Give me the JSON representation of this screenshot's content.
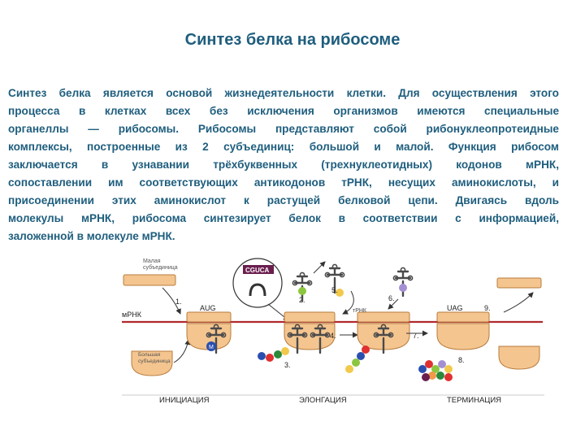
{
  "title": "Синтез белка на рибосоме",
  "paragraph_lines": [
    "Синтез белка является основой жизнедеятельности клетки. Для осуществления этого",
    "процесса в клетках всех без исключения организмов имеются специальные",
    "органеллы — рибосомы. Рибосомы представляют собой рибонуклеопротеидные",
    "комплексы, построенные из 2 субъединиц: большой и малой. Функция рибосом",
    "заключается в узнавании трёхбуквенных (трехнуклеотидных) кодонов мРНК,",
    "сопоставлении им соответствующих антикодонов тРНК, несущих аминокислоты, и",
    "присоединении этих аминокислот к растущей белковой цепи. Двигаясь вдоль",
    "молекулы мРНК, рибосома синтезирует белок в соответствии с информацией,",
    "заложенной в молекуле мРНК."
  ],
  "diagram": {
    "small_subunit_label_top": "Малая",
    "small_subunit_label_bottom": "субъединица",
    "large_subunit_label_top": "Большая",
    "large_subunit_label_bottom": "субъединица",
    "mrna_label": "мРНК",
    "codon_start": "AUG",
    "codon_stop": "UAG",
    "zoom_codon": "CGUCA",
    "amino_start": "M",
    "trna_label": "тРНК",
    "steps": [
      "1.",
      "2.",
      "3.",
      "4.",
      "5.",
      "6.",
      "7.",
      "8.",
      "9."
    ],
    "stage_initiation": "ИНИЦИАЦИЯ",
    "stage_elongation": "ЭЛОНГАЦИЯ",
    "stage_termination": "ТЕРМИНАЦИЯ"
  },
  "colors": {
    "text": "#1f5e7e",
    "ribosome_fill": "#f4c58f",
    "ribosome_stroke": "#b97c3c",
    "mrna": "#b0282e",
    "trna": "#4a4a4a"
  }
}
